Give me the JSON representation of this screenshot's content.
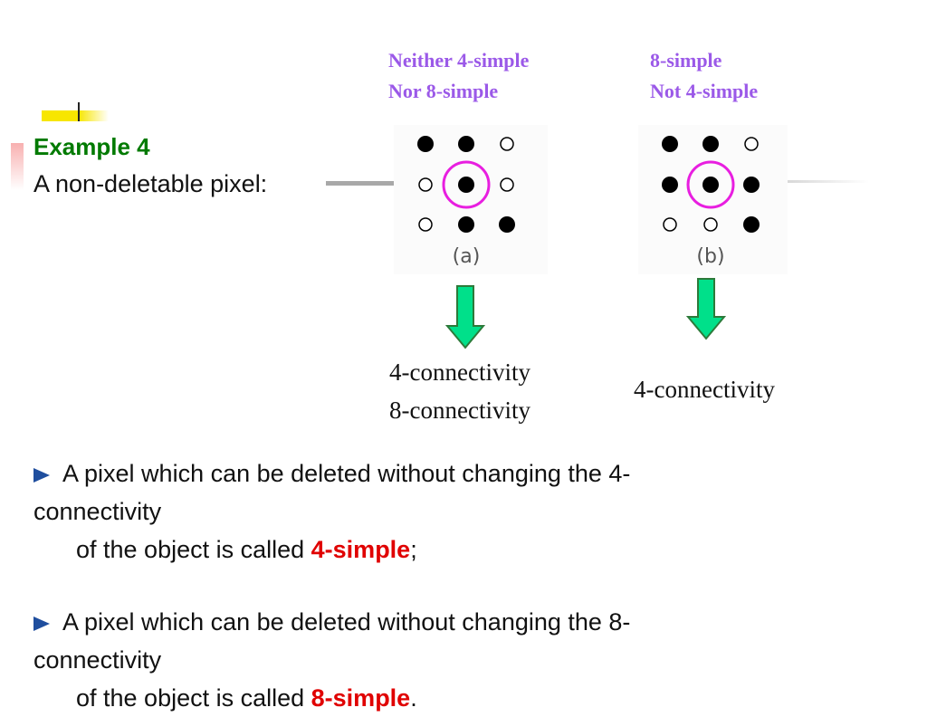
{
  "slide": {
    "title": "Example 4",
    "subtitle": "A non-deletable pixel:"
  },
  "case_a": {
    "label_line1": "Neither 4-simple",
    "label_line2": "Nor 8-simple",
    "caption": "(a)",
    "grid": [
      [
        "filled",
        "filled",
        "empty"
      ],
      [
        "empty",
        "filled",
        "empty"
      ],
      [
        "empty",
        "filled",
        "filled"
      ]
    ],
    "result_line1": "4-connectivity",
    "result_line2": "8-connectivity"
  },
  "case_b": {
    "label_line1": "8-simple",
    "label_line2": "Not  4-simple",
    "caption": "(b)",
    "grid": [
      [
        "filled",
        "filled",
        "empty"
      ],
      [
        "filled",
        "filled",
        "filled"
      ],
      [
        "empty",
        "empty",
        "filled"
      ]
    ],
    "result_line1": "4-connectivity"
  },
  "bullets": [
    {
      "line1": "A pixel which can be deleted without changing the 4-",
      "line2": "connectivity",
      "line3_pre": "of the object is called ",
      "line3_term": "4-simple",
      "line3_post": ";"
    },
    {
      "line1": "A pixel which can be deleted without changing the 8-",
      "line2": "connectivity",
      "line3_pre": "of the object is called ",
      "line3_term": "8-simple",
      "line3_post": "."
    }
  ],
  "colors": {
    "title": "#007a00",
    "label": "#9b59e8",
    "highlight_circle": "#e81ee0",
    "arrow_fill": "#00e08a",
    "arrow_stroke": "#2d7a3a",
    "term": "#e00000",
    "bullet": "#1f4e9e"
  }
}
